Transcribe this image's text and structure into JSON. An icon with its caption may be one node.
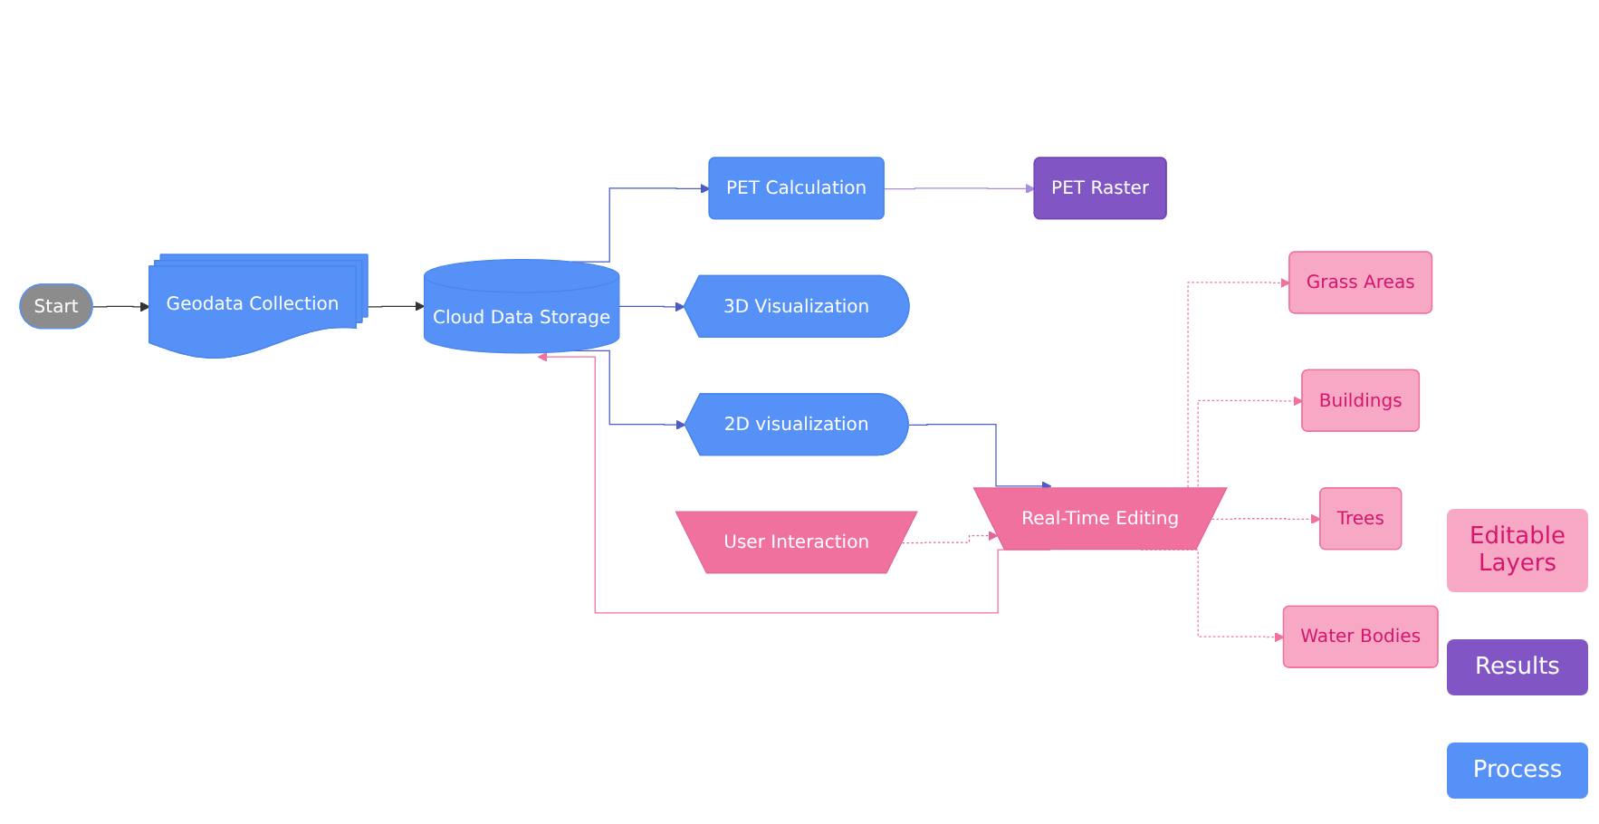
{
  "diagram": {
    "nodes": [
      {
        "text": [
          "Start"
        ]
      },
      {
        "text": [
          "Geodata Collection"
        ]
      },
      {
        "text": [
          "Cloud Data Storage"
        ]
      },
      {
        "text": [
          "2D visualization"
        ]
      },
      {
        "text": [
          "3D Visualization"
        ]
      },
      {
        "text": [
          "PET Calculation"
        ]
      },
      {
        "text": [
          "PET Raster"
        ]
      },
      {
        "text": [
          "User Interaction"
        ]
      },
      {
        "text": [
          "Real-Time Editing"
        ]
      },
      {
        "text": [
          "Grass Areas"
        ]
      },
      {
        "text": [
          "Buildings"
        ]
      },
      {
        "text": [
          "Trees"
        ]
      },
      {
        "text": [
          "Water Bodies"
        ]
      }
    ],
    "edges": [
      {
        "from": 0,
        "to": 1,
        "arrow": "to",
        "color": "#333333"
      },
      {
        "from": 1,
        "to": 2,
        "arrow": "to",
        "color": "#333333"
      },
      {
        "from": 2,
        "to": 3,
        "arrow": "to",
        "color": "#4b5cc4"
      },
      {
        "from": 2,
        "to": 4,
        "arrow": "to",
        "color": "#4b5cc4"
      },
      {
        "from": 2,
        "to": 5,
        "arrow": "to",
        "color": "#4b5cc4"
      },
      {
        "from": 5,
        "to": 6,
        "arrow": "to",
        "color": "#a98be0"
      },
      {
        "from": 3,
        "to": 8,
        "arrow": "to",
        "color": "#4b5cc4"
      },
      {
        "from": 7,
        "to": 8,
        "arrow": "to",
        "style": "dashed",
        "color": "#e0669a"
      },
      {
        "from": 8,
        "to": 2,
        "arrow": "to",
        "color": "#f0709e"
      },
      {
        "from": 8,
        "to": 9,
        "arrow": "to",
        "style": "dashed",
        "color": "#f0709e"
      },
      {
        "from": 8,
        "to": 10,
        "arrow": "to",
        "style": "dashed",
        "color": "#f0709e"
      },
      {
        "from": 8,
        "to": 11,
        "arrow": "to",
        "style": "dashed",
        "color": "#f0709e"
      },
      {
        "from": 8,
        "to": 12,
        "arrow": "to",
        "style": "dashed",
        "color": "#f0709e"
      }
    ],
    "legend": [
      {
        "text": "Editable Layers",
        "color": "#f7a8c4"
      },
      {
        "text": "Results",
        "color": "#8155c4"
      },
      {
        "text": "Process",
        "color": "#5591f7"
      }
    ]
  }
}
